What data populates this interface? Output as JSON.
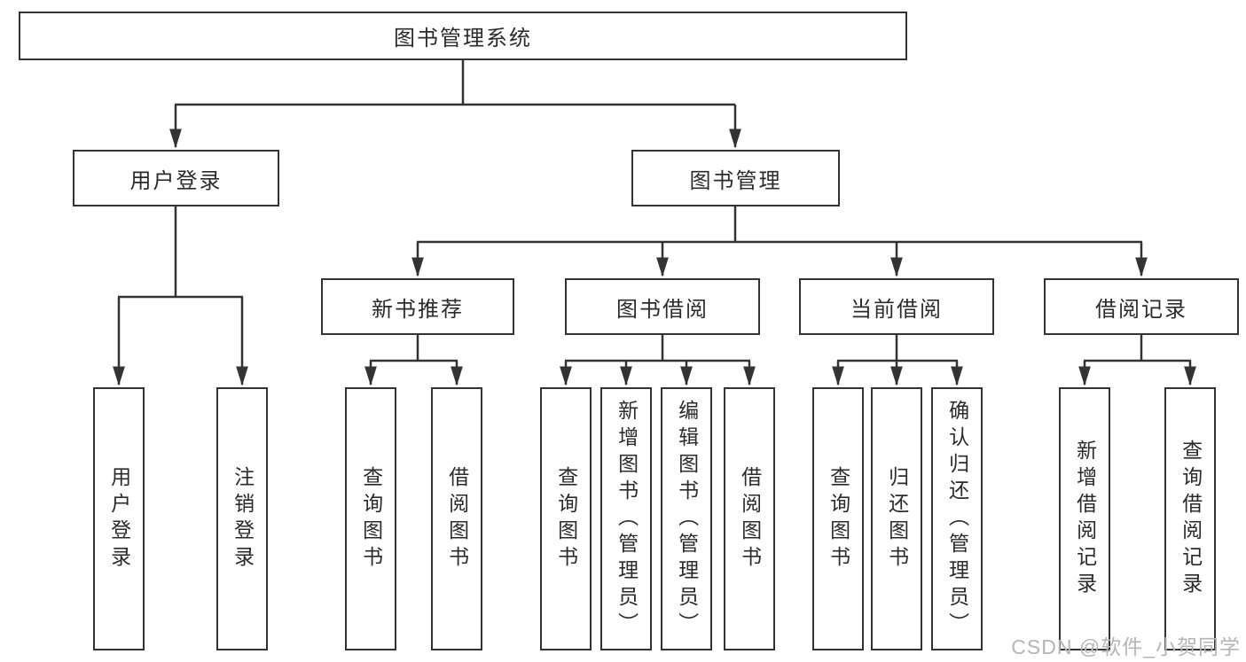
{
  "diagram": {
    "root": {
      "label": "图书管理系统"
    },
    "user_login": {
      "label": "用户登录",
      "children": [
        {
          "label": "用户登录"
        },
        {
          "label": "注销登录"
        }
      ]
    },
    "book_management": {
      "label": "图书管理",
      "sections": [
        {
          "label": "新书推荐",
          "children": [
            {
              "label": "查询图书"
            },
            {
              "label": "借阅图书"
            }
          ]
        },
        {
          "label": "图书借阅",
          "children": [
            {
              "label": "查询图书"
            },
            {
              "label": "新增图书（管理员）"
            },
            {
              "label": "编辑图书（管理员）"
            },
            {
              "label": "借阅图书"
            }
          ]
        },
        {
          "label": "当前借阅",
          "children": [
            {
              "label": "查询图书"
            },
            {
              "label": "归还图书"
            },
            {
              "label": "确认归还（管理员）"
            }
          ]
        },
        {
          "label": "借阅记录",
          "children": [
            {
              "label": "新增借阅记录"
            },
            {
              "label": "查询借阅记录"
            }
          ]
        }
      ]
    }
  },
  "watermark": {
    "text": "CSDN @软件_小贺同学"
  },
  "colors": {
    "line": "#333333",
    "border": "#333333",
    "text": "#2b2b2b",
    "watermark": "#b5b5b5",
    "background": "#ffffff"
  }
}
